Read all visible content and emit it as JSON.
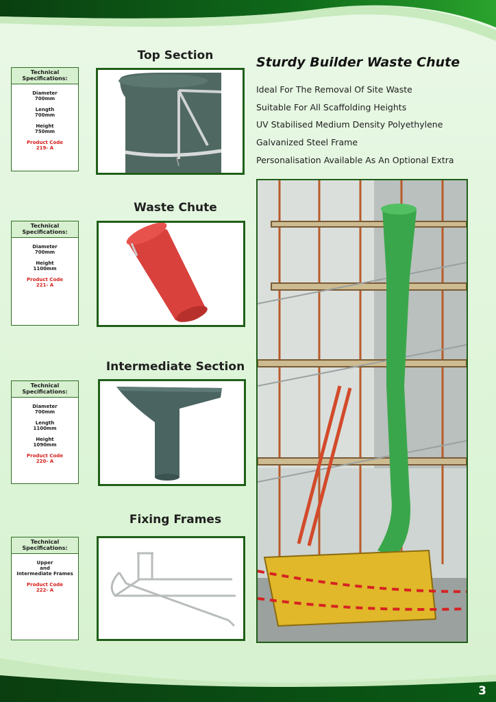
{
  "page": {
    "title": "Sturdy Builder Waste Chute",
    "page_number": "3",
    "colors": {
      "dark_green": "#0b4a12",
      "frame_green": "#1f5e18",
      "code_red": "#d6201c"
    }
  },
  "features": [
    "Ideal For The Removal Of Site Waste",
    "Suitable For All Scaffolding Heights",
    "UV Stabilised Medium Density Polyethylene",
    "Galvanized Steel Frame",
    "Personalisation Available As An Optional Extra"
  ],
  "products": [
    {
      "title": "Top Section",
      "spec_heading": "Technical Specifications:",
      "specs": [
        [
          "Diameter",
          "700mm"
        ],
        [
          "Length",
          "700mm"
        ],
        [
          "Height",
          "750mm"
        ]
      ],
      "code_label": "Product Code",
      "code": "219- A"
    },
    {
      "title": "Waste Chute",
      "spec_heading": "Technical Specifications:",
      "specs": [
        [
          "Diameter",
          "700mm"
        ],
        [
          "Height",
          "1100mm"
        ]
      ],
      "code_label": "Product Code",
      "code": "221- A"
    },
    {
      "title": "Intermediate Section",
      "spec_heading": "Technical Specifications:",
      "specs": [
        [
          "Diameter",
          "700mm"
        ],
        [
          "Length",
          "1100mm"
        ],
        [
          "Height",
          "1090mm"
        ]
      ],
      "code_label": "Product Code",
      "code": "220- A"
    },
    {
      "title": "Fixing Frames",
      "spec_heading": "Technical Specifications:",
      "specs": [
        [
          "Upper",
          "and",
          "Intermediate Frames"
        ]
      ],
      "code_label": "Product Code",
      "code": "222- A"
    }
  ]
}
